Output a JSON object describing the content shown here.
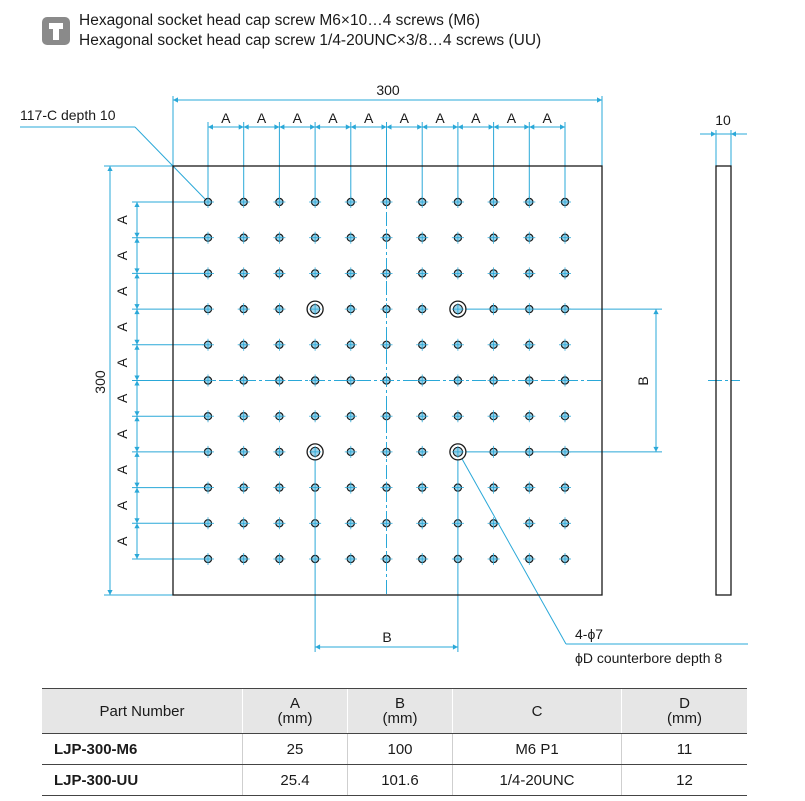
{
  "header": {
    "icon": "screw-icon",
    "line1": "Hexagonal socket head cap screw M6×10…4 screws (M6)",
    "line2": "Hexagonal socket head cap screw 1/4-20UNC×3/8…4 screws (UU)"
  },
  "drawing": {
    "top_width_label": "300",
    "side_thickness_label": "10",
    "side_height_label": "300",
    "pitch_label": "A",
    "b_label": "B",
    "tap_callout": "117-C depth 10",
    "counterbore_line1": "4-ϕ7",
    "counterbore_line2": "ϕD counterbore depth 8",
    "grid_columns": 11,
    "grid_rows": 11,
    "colors": {
      "line": "#1a1a1a",
      "dimension": "#2aa8d8",
      "hole_fill": "#9fd4ea"
    }
  },
  "table": {
    "headers": [
      {
        "label": "Part Number",
        "unit": ""
      },
      {
        "label": "A",
        "unit": "(mm)"
      },
      {
        "label": "B",
        "unit": "(mm)"
      },
      {
        "label": "C",
        "unit": ""
      },
      {
        "label": "D",
        "unit": "(mm)"
      }
    ],
    "rows": [
      [
        "LJP-300-M6",
        "25",
        "100",
        "M6 P1",
        "11"
      ],
      [
        "LJP-300-UU",
        "25.4",
        "101.6",
        "1/4-20UNC",
        "12"
      ]
    ]
  }
}
